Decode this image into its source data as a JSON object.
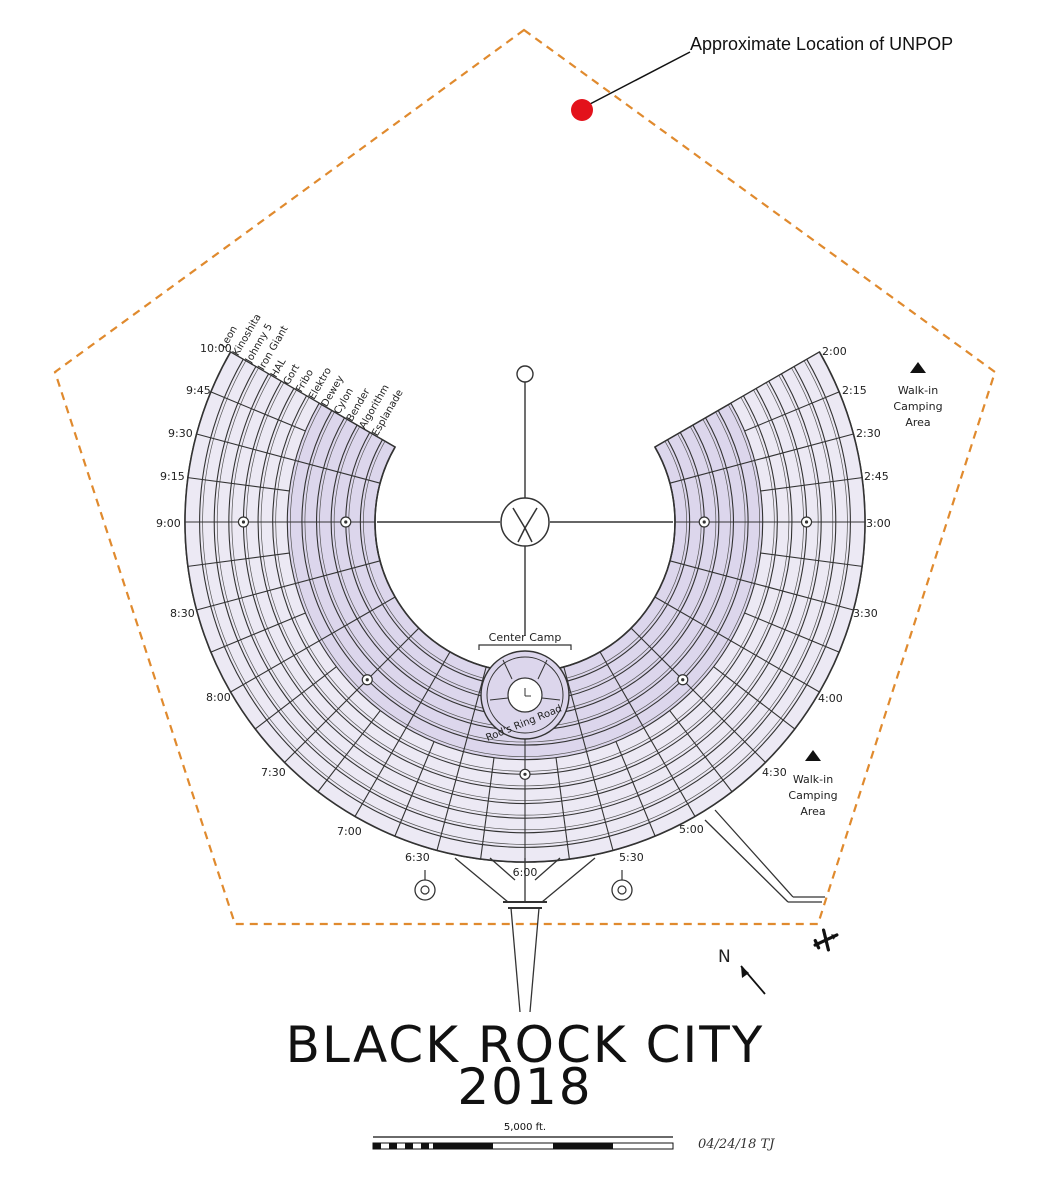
{
  "callout": {
    "text": "Approximate Location of UNPOP",
    "marker_color": "#e3121b"
  },
  "boundary_color": "#e08a2e",
  "block_fill": "#dcd6ec",
  "street_names": [
    "Leon",
    "Kinoshita",
    "Johnny 5",
    "Iron Giant",
    "HAL",
    "Gort",
    "Fribo",
    "Elektro",
    "Dewey",
    "Cylon",
    "Bender",
    "Algorithm",
    "Esplanade"
  ],
  "times": {
    "t1000": "10:00",
    "t945": "9:45",
    "t930": "9:30",
    "t915": "9:15",
    "t900": "9:00",
    "t830": "8:30",
    "t800": "8:00",
    "t730": "7:30",
    "t700": "7:00",
    "t630": "6:30",
    "t600": "6:00",
    "t530": "5:30",
    "t500": "5:00",
    "t430": "4:30",
    "t400": "4:00",
    "t330": "3:30",
    "t300": "3:00",
    "t245": "2:45",
    "t230": "2:30",
    "t215": "2:15",
    "t200": "2:00"
  },
  "center_camp": "Center Camp",
  "ring_road": "Rod's Ring Road",
  "walkin_top": [
    "Walk-in",
    "Camping",
    "Area"
  ],
  "walkin_bottom": [
    "Walk-in",
    "Camping",
    "Area"
  ],
  "compass": "N",
  "title_line1": "BLACK ROCK CITY",
  "title_line2": "2018",
  "scale_label": "5,000 ft.",
  "signature": "04/24/18 TJ"
}
